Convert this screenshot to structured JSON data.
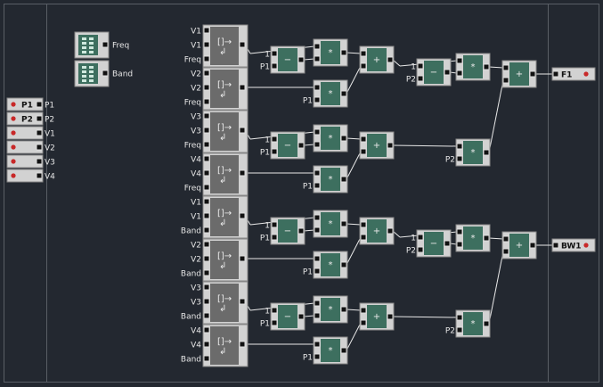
{
  "inputs": [
    {
      "label": "P1",
      "port": "P1"
    },
    {
      "label": "P2",
      "port": "P2"
    },
    {
      "label": "",
      "port": "V1"
    },
    {
      "label": "",
      "port": "V2"
    },
    {
      "label": "",
      "port": "V3"
    },
    {
      "label": "",
      "port": "V4"
    }
  ],
  "sources": [
    {
      "port": "Freq",
      "icon": "table-icon"
    },
    {
      "port": "Band",
      "icon": "table-icon"
    }
  ],
  "lookups": [
    {
      "ports": [
        "V1",
        "V1",
        "Freq"
      ]
    },
    {
      "ports": [
        "V2",
        "V2",
        "Freq"
      ]
    },
    {
      "ports": [
        "V3",
        "V3",
        "Freq"
      ]
    },
    {
      "ports": [
        "V4",
        "V4",
        "Freq"
      ]
    },
    {
      "ports": [
        "V1",
        "V1",
        "Band"
      ]
    },
    {
      "ports": [
        "V2",
        "V2",
        "Band"
      ]
    },
    {
      "ports": [
        "V3",
        "V3",
        "Band"
      ]
    },
    {
      "ports": [
        "V4",
        "V4",
        "Band"
      ]
    }
  ],
  "operators": {
    "subtract": "−",
    "multiply": "*",
    "add": "+"
  },
  "labels": {
    "one": "1",
    "p1": "P1",
    "p2": "P2"
  },
  "outputs": [
    {
      "label": "F1"
    },
    {
      "label": "BW1"
    }
  ],
  "colors": {
    "background": "#232830",
    "module": "#d2d2d2",
    "op_body": "#3d6f5f",
    "lookup_body": "#6b6b6b",
    "led": "#c82828",
    "wire": "#e8e8e8"
  }
}
